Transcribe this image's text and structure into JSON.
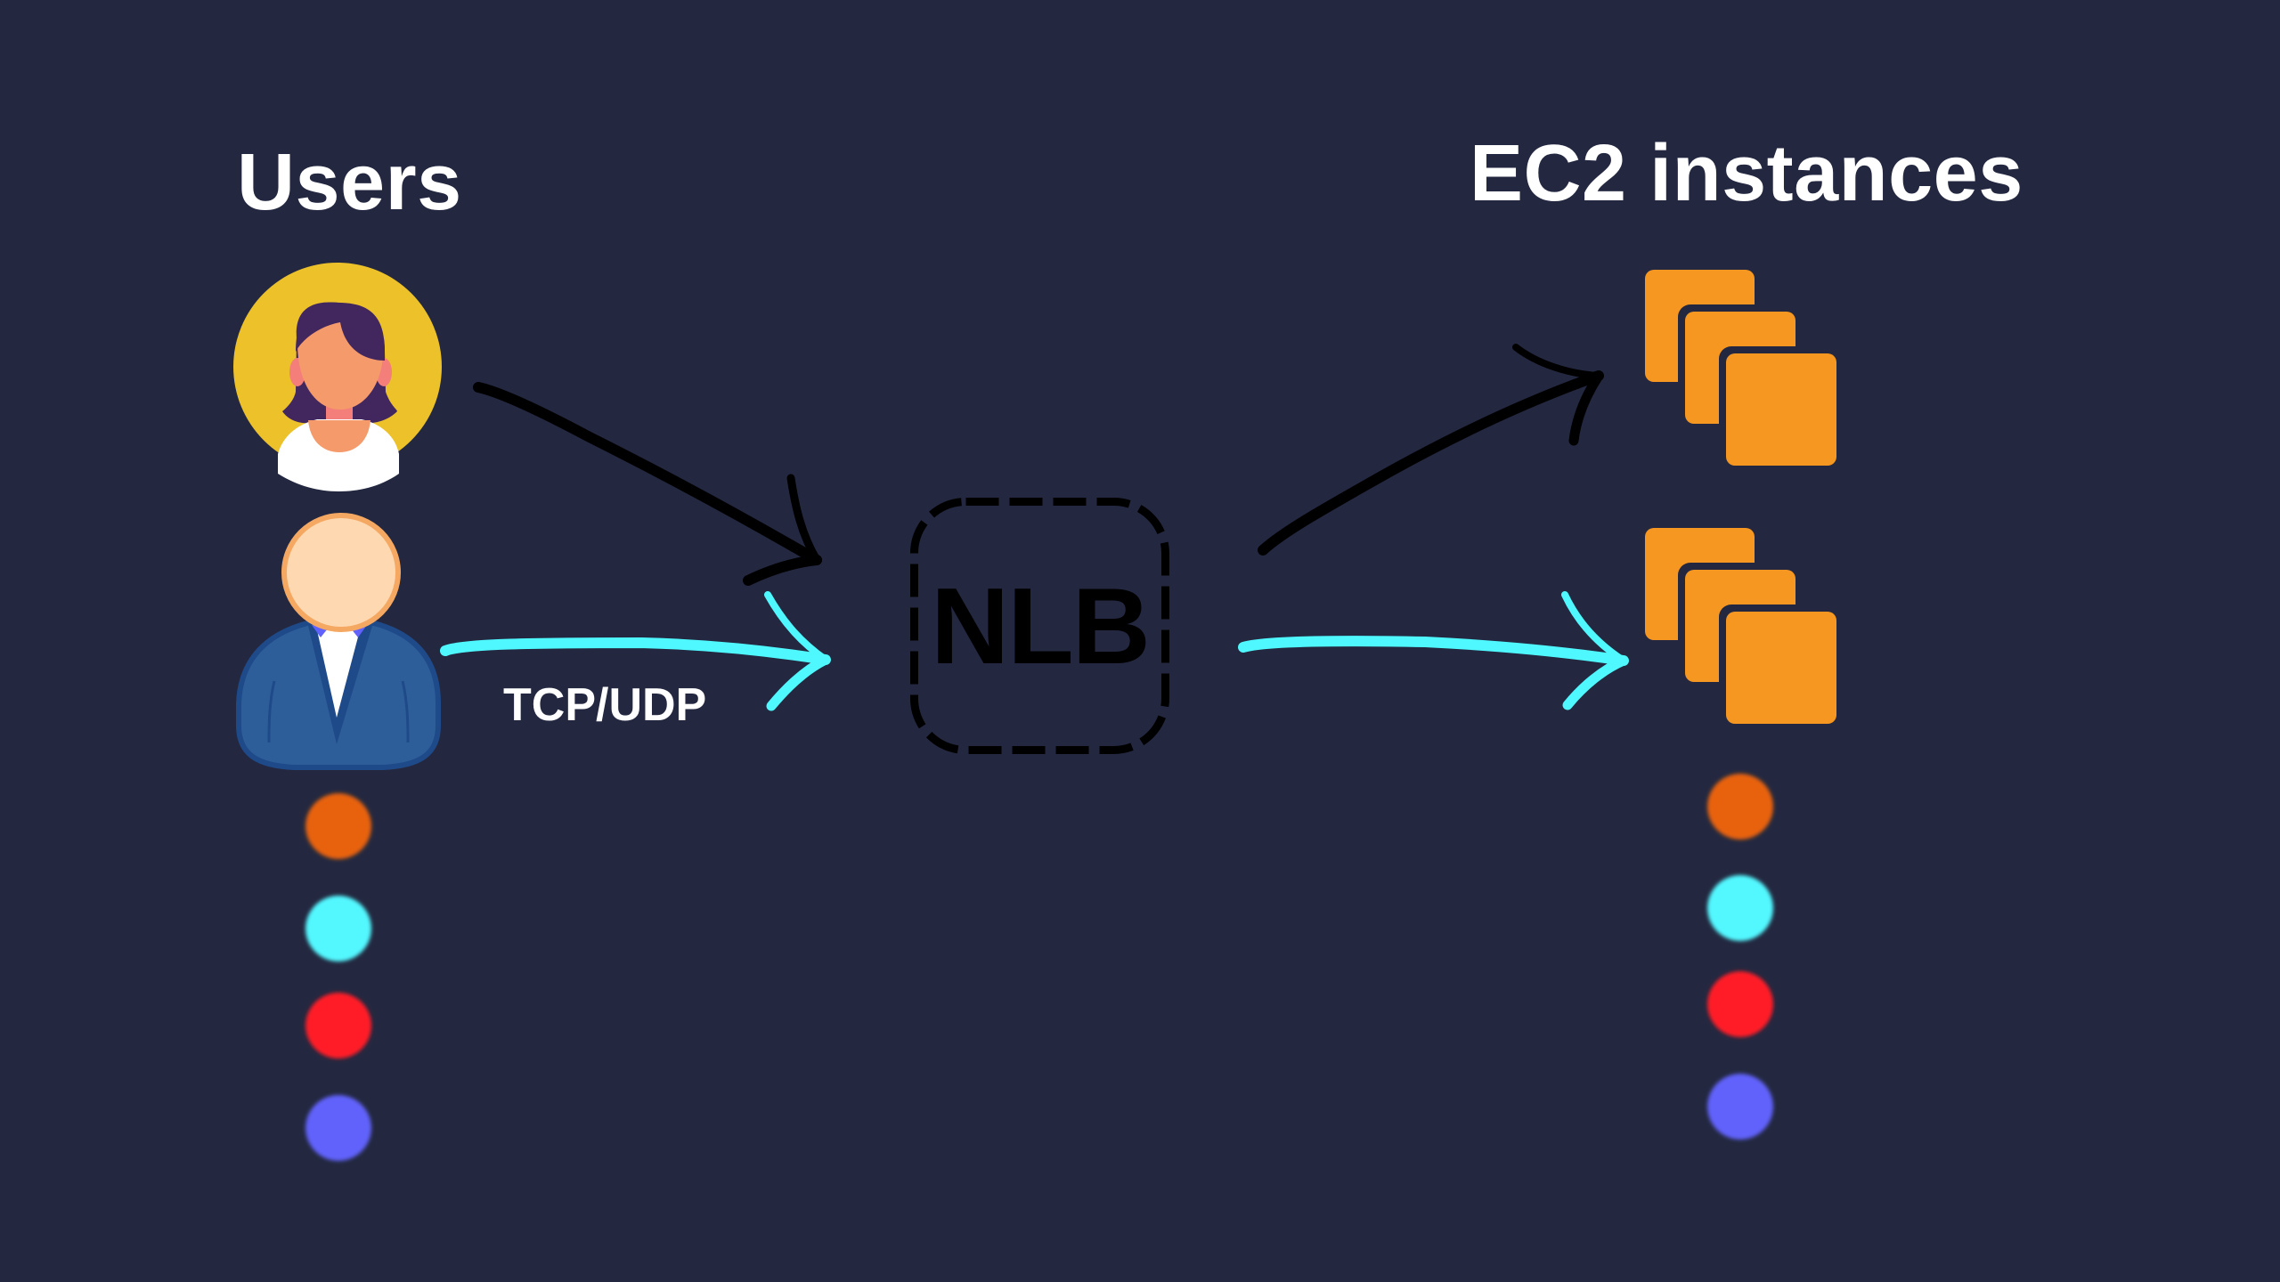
{
  "diagram": {
    "users_title": "Users",
    "targets_title": "EC2 instances",
    "load_balancer_label": "NLB",
    "protocol_label": "TCP/UDP"
  },
  "nodes": {
    "users": [
      {
        "id": "user-woman",
        "kind": "female-user-avatar"
      },
      {
        "id": "user-man",
        "kind": "male-user-avatar"
      }
    ],
    "load_balancer": {
      "id": "nlb",
      "kind": "network-load-balancer",
      "border": "dashed"
    },
    "targets": [
      {
        "id": "ec2-group-1",
        "kind": "ec2-instances-icon"
      },
      {
        "id": "ec2-group-2",
        "kind": "ec2-instances-icon"
      }
    ]
  },
  "edges": [
    {
      "from": "user-woman",
      "to": "nlb",
      "color": "#000000"
    },
    {
      "from": "user-man",
      "to": "nlb",
      "color": "#4FF8FF",
      "label": "TCP/UDP"
    },
    {
      "from": "nlb",
      "to": "ec2-group-1",
      "color": "#000000"
    },
    {
      "from": "nlb",
      "to": "ec2-group-2",
      "color": "#4FF8FF"
    }
  ],
  "legend_dots": {
    "left": [
      "#E8620C",
      "#52F8FF",
      "#FF1C27",
      "#6062FB"
    ],
    "right": [
      "#E8620C",
      "#52F8FF",
      "#FF1C27",
      "#6062FB"
    ]
  },
  "colors": {
    "background": "#232840",
    "text": "#FFFFFF",
    "ec2_orange": "#F59720",
    "cyan": "#4FF8FF",
    "black": "#000000",
    "avatar_yellow": "#ECC12A",
    "hair": "#42275E",
    "skin_woman": "#F59B6B",
    "skin_man": "#FED8B1",
    "skin_man_outline": "#F4A862",
    "suit": "#2E5E99",
    "suit_outline": "#1F4A8A"
  }
}
